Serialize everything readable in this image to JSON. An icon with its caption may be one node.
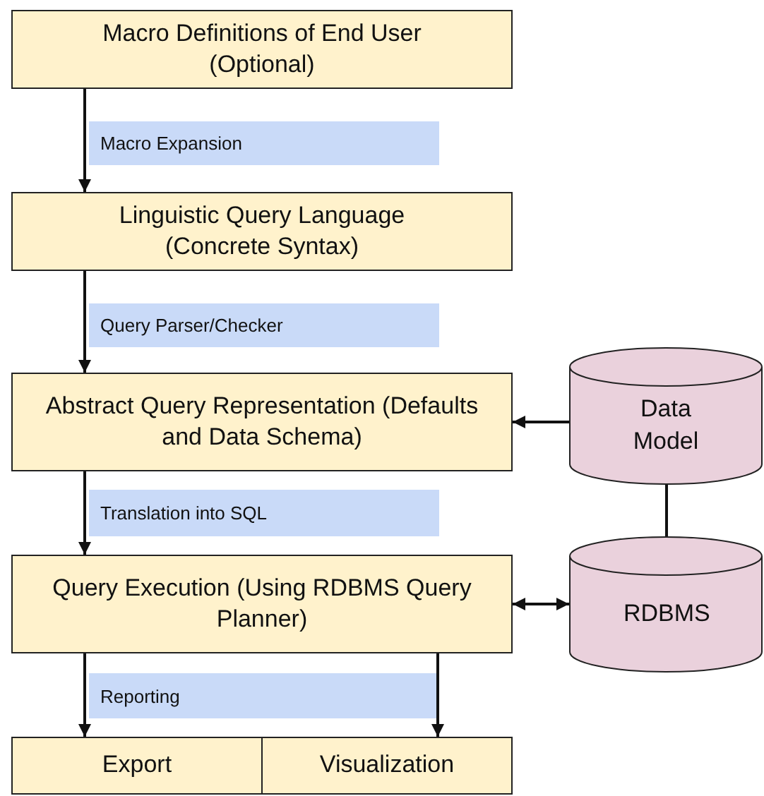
{
  "diagram": {
    "nodes": [
      {
        "text": [
          "Macro Definitions of End User (Optional)"
        ]
      },
      {
        "text": [
          "Linguistic Query Language (Concrete Syntax)"
        ]
      },
      {
        "text": [
          "Abstract Query Representation (Defaults and Data Schema)"
        ]
      },
      {
        "text": [
          "Query Execution (Using RDBMS Query Planner)"
        ]
      },
      {
        "text": [
          "Export"
        ]
      },
      {
        "text": [
          "Visualization"
        ]
      },
      {
        "text": [
          "Data Model"
        ]
      },
      {
        "text": [
          "RDBMS"
        ]
      }
    ],
    "edges": [
      {
        "from": 0,
        "to": 1,
        "arrow": "to",
        "label": "Macro Expansion"
      },
      {
        "from": 1,
        "to": 2,
        "arrow": "to",
        "label": "Query Parser/Checker"
      },
      {
        "from": 2,
        "to": 3,
        "arrow": "to",
        "label": "Translation into SQL"
      },
      {
        "from": 3,
        "to": 4,
        "arrow": "to",
        "label": "Reporting"
      },
      {
        "from": 3,
        "to": 5,
        "arrow": "to"
      },
      {
        "from": 6,
        "to": 2,
        "arrow": "to"
      },
      {
        "from": 7,
        "to": 3,
        "arrow": "both"
      },
      {
        "from": 6,
        "to": 7,
        "arrow": "none"
      }
    ]
  }
}
